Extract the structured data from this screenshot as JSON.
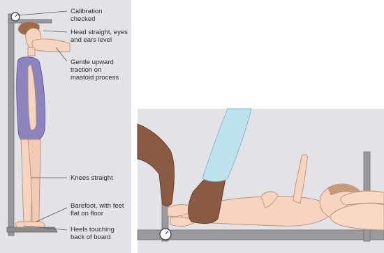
{
  "colors": {
    "panel_bg": "#e3e2e6",
    "board": "#9a9a9c",
    "skin_light": "#f6d4bf",
    "skin_outline": "#b98e74",
    "swimsuit": "#8c84bd",
    "hair": "#9b6b4a",
    "carer_skin": "#8a5a42",
    "sleeve": "#bfe3ee",
    "leader_line": "#555555"
  },
  "icons": {
    "calibration": "dial-gauge-icon"
  },
  "annotations": [
    {
      "id": "calibration",
      "text": "Calibration\nchecked"
    },
    {
      "id": "head",
      "text": "Head straight, eyes\nand ears level"
    },
    {
      "id": "traction",
      "text": "Gentle upward\ntraction on\nmastoid process"
    },
    {
      "id": "knees",
      "text": "Knees straight"
    },
    {
      "id": "barefoot",
      "text": "Barefoot, with feet\nflat on floor"
    },
    {
      "id": "heels",
      "text": "Heels touching\nback of board"
    }
  ]
}
